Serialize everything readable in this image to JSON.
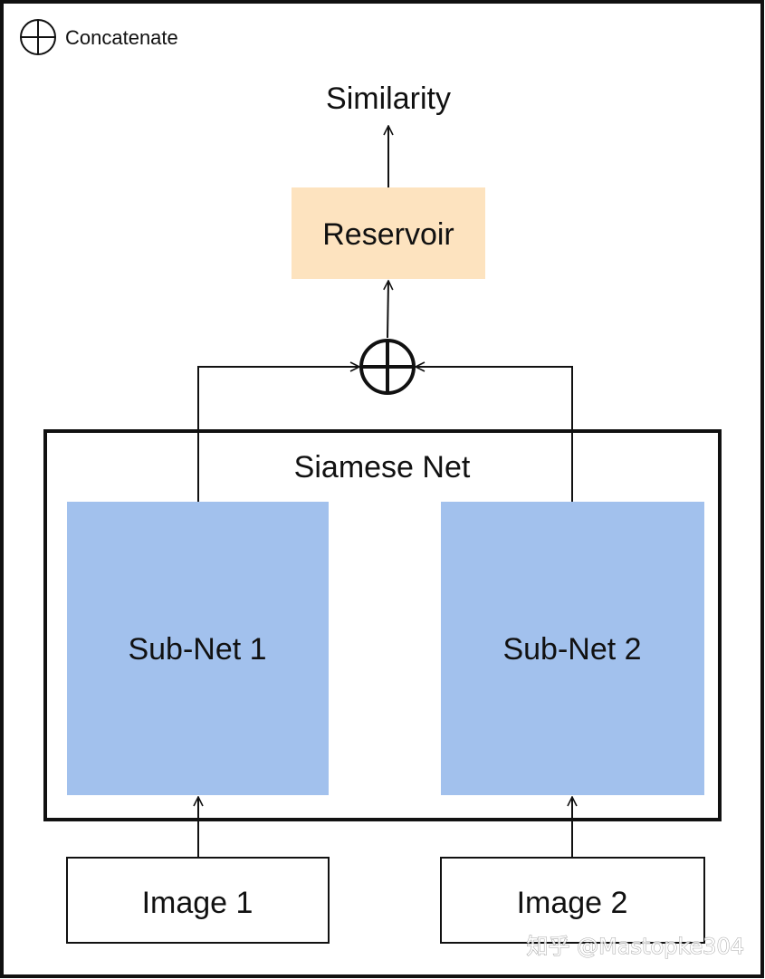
{
  "legend": {
    "symbol_icon": "circle-plus-icon",
    "label": "Concatenate"
  },
  "nodes": {
    "similarity": "Similarity",
    "reservoir": "Reservoir",
    "siamese_net": "Siamese Net",
    "subnet_1": "Sub-Net 1",
    "subnet_2": "Sub-Net 2",
    "image_1": "Image 1",
    "image_2": "Image 2"
  },
  "watermark": "知乎 @Mastopke304",
  "colors": {
    "reservoir_fill": "#FDE3BF",
    "subnet_fill": "#A2C1ED",
    "line": "#111111",
    "background": "#FFFFFF"
  }
}
